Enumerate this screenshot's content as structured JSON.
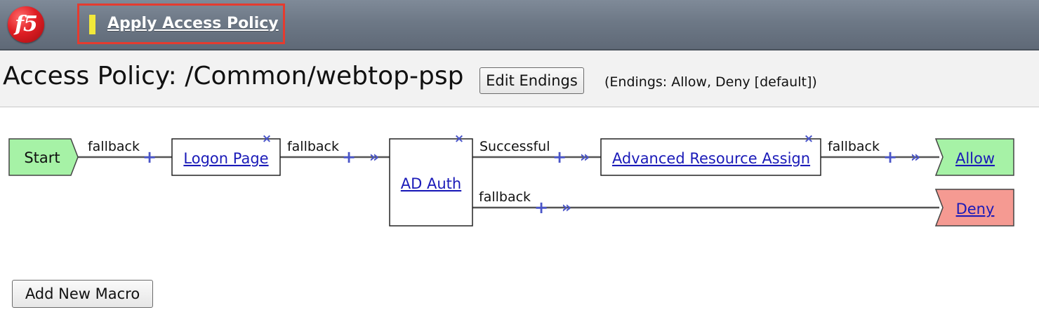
{
  "header": {
    "logo_text": "f5",
    "apply_policy_label": "Apply Access Policy"
  },
  "title": {
    "text": "Access Policy: /Common/webtop-psp",
    "edit_endings_label": "Edit Endings",
    "endings_note": "(Endings: Allow, Deny [default])"
  },
  "flow": {
    "start_label": "Start",
    "nodes": [
      {
        "label": "Logon Page"
      },
      {
        "label": "AD Auth"
      },
      {
        "label": "Advanced Resource Assign"
      }
    ],
    "branches": {
      "start_out": "fallback",
      "logon_out": "fallback",
      "ad_successful": "Successful",
      "ad_fallback": "fallback",
      "resource_out": "fallback"
    },
    "endings": [
      {
        "label": "Allow",
        "color": "#a6f2a6"
      },
      {
        "label": "Deny",
        "color": "#f59a92"
      }
    ],
    "start_color": "#a6f2a6",
    "add_symbol": "+",
    "insert_symbol": "»",
    "delete_symbol": "×"
  },
  "footer": {
    "add_macro_label": "Add New Macro"
  }
}
